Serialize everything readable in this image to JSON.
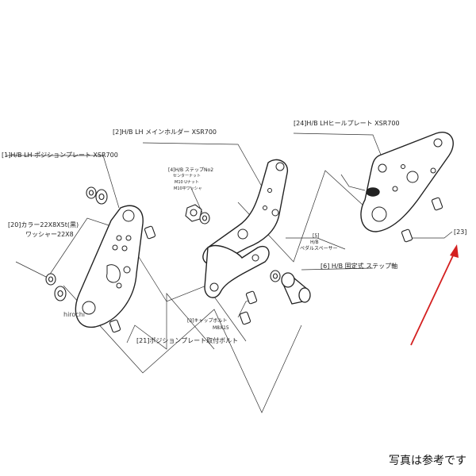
{
  "labels": {
    "part_1": "[1]H/B LH ポジションプレート XSR700",
    "part_2": "[2]H/B LH メインホルダー XSR700",
    "part_24": "[24]H/B LHヒールプレート XSR700",
    "part_4_l1": "[4]H/B ステップNo2",
    "part_4_l2": "センターナット",
    "part_4_l3": "M10 Uナット",
    "part_4_l4": "M10平ワッシャ",
    "part_20_l1": "[20]カラー22X8X5t(黒)",
    "part_20_l2": "ワッシャー22X8",
    "part_5_l1": "[5]",
    "part_5_l2": "H/B",
    "part_5_l3": "ペダルスペーサー",
    "part_6": "[6] H/B 固定式 ステップ軸",
    "part_3_l1": "[3]キャップボルト",
    "part_3_l2": "M8X15",
    "part_21": "[21]ポジションプレート取付ボルト",
    "part_23": "[23]"
  },
  "watermark": "hirochi",
  "note": "写真は参考です",
  "colors": {
    "line": "#222222",
    "arrow": "#d42020",
    "part_fill": "#ffffff"
  }
}
